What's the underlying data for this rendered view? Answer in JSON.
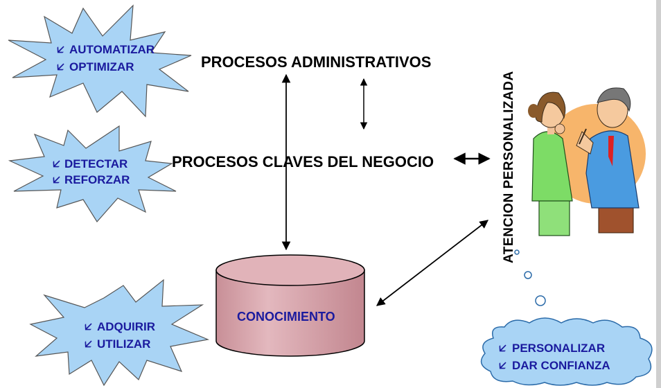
{
  "bursts": [
    {
      "id": "burst-top",
      "items": [
        "AUTOMATIZAR",
        "OPTIMIZAR"
      ]
    },
    {
      "id": "burst-middle",
      "items": [
        "DETECTAR",
        "REFORZAR"
      ]
    },
    {
      "id": "burst-bottom",
      "items": [
        "ADQUIRIR",
        "UTILIZAR"
      ]
    }
  ],
  "processes": {
    "administrative": "PROCESOS ADMINISTRATIVOS",
    "key_business": "PROCESOS CLAVES DEL NEGOCIO"
  },
  "database": {
    "label": "CONOCIMIENTO"
  },
  "side_label": "ATENCION PERSONALIZADA",
  "cloud": {
    "items": [
      "PERSONALIZAR",
      "DAR CONFIANZA"
    ]
  },
  "bullet_glyph": "🡧",
  "colors": {
    "burst_fill": "#a9d4f5",
    "text_blue": "#1a1a9e",
    "db_fill": "#d9a6ad",
    "cloud_fill": "#a9d4f5"
  }
}
